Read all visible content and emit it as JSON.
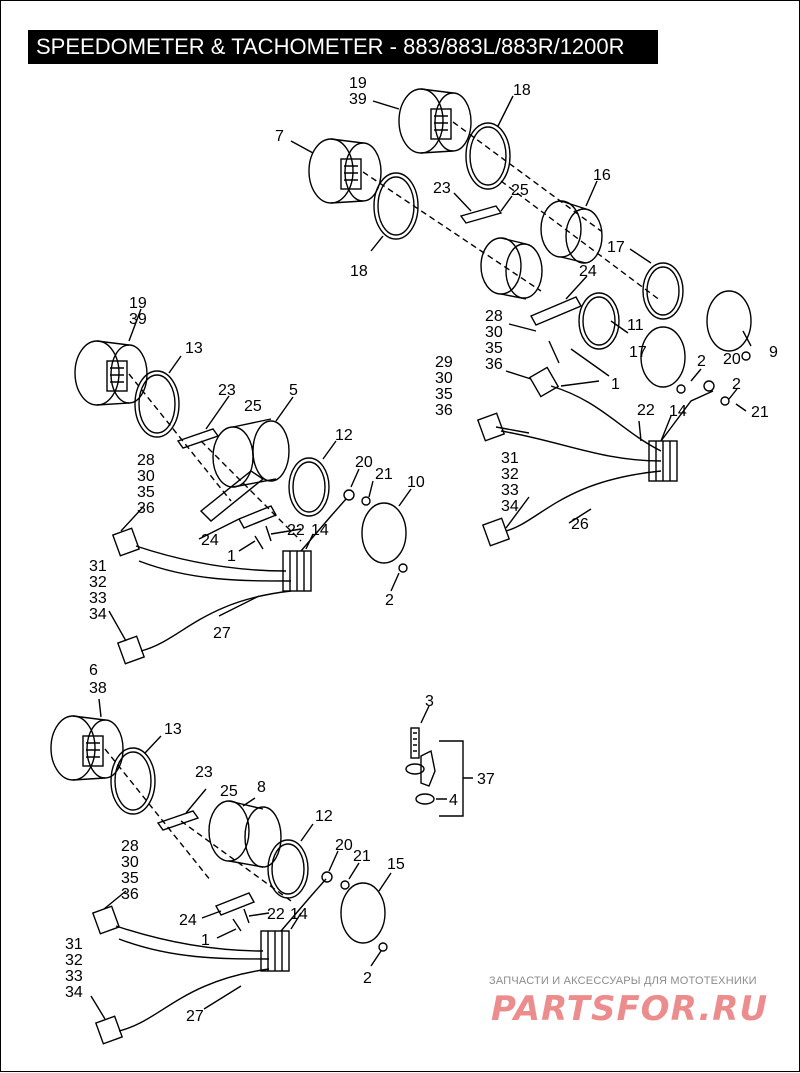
{
  "title": "SPEEDOMETER & TACHOMETER - 883/883L/883R/1200R",
  "watermark": {
    "caption": "ЗАПЧАСТИ И АКСЕССУАРЫ ДЛЯ МОТОТЕХНИКИ",
    "brand": "PARTSFOR.RU"
  },
  "callouts": {
    "top": [
      "19",
      "39",
      "18",
      "7",
      "18",
      "23",
      "25",
      "16",
      "17",
      "24",
      "11",
      "9",
      "28",
      "30",
      "35",
      "36",
      "17",
      "2",
      "20",
      "2",
      "29",
      "30",
      "35",
      "36",
      "1",
      "22",
      "14",
      "21",
      "31",
      "32",
      "33",
      "34",
      "26"
    ],
    "middle": [
      "19",
      "39",
      "13",
      "23",
      "25",
      "5",
      "12",
      "20",
      "21",
      "10",
      "28",
      "30",
      "35",
      "36",
      "22",
      "14",
      "24",
      "1",
      "31",
      "32",
      "33",
      "34",
      "27",
      "2"
    ],
    "bottom": [
      "6",
      "38",
      "13",
      "23",
      "25",
      "8",
      "12",
      "20",
      "21",
      "15",
      "28",
      "30",
      "35",
      "36",
      "24",
      "1",
      "22",
      "14",
      "31",
      "32",
      "33",
      "34",
      "27",
      "2"
    ],
    "sensor": [
      "3",
      "37",
      "4"
    ]
  },
  "colors": {
    "ink": "#000000",
    "title_bg": "#000000",
    "title_fg": "#ffffff",
    "watermark_red": "#e03030"
  }
}
